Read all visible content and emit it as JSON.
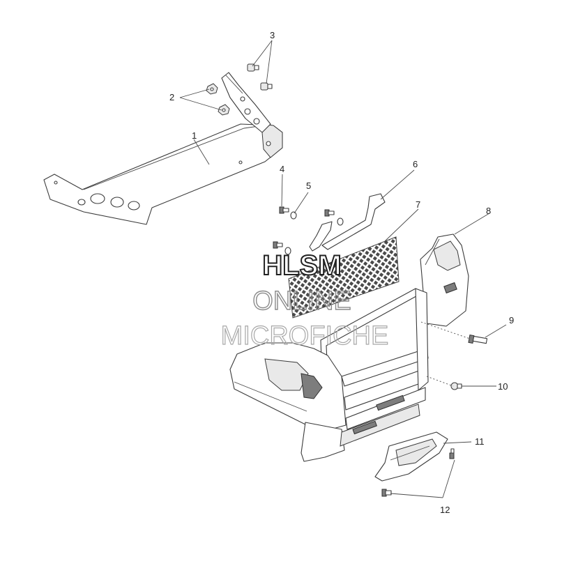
{
  "callouts": [
    "1",
    "2",
    "3",
    "4",
    "5",
    "6",
    "7",
    "8",
    "9",
    "10",
    "11",
    "12"
  ],
  "watermark": {
    "line1": "HLSM",
    "line2": "ONLINE",
    "line3": "MICROFICHE"
  },
  "colors": {
    "line": "#3a3a3a",
    "background": "#ffffff"
  }
}
